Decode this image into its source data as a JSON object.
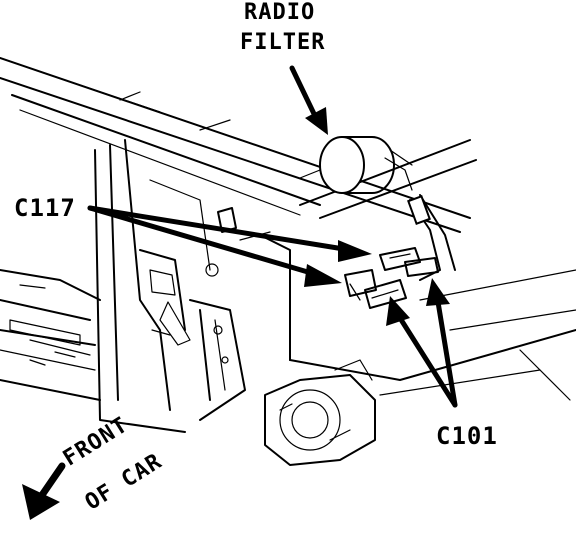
{
  "labels": {
    "radio_filter_line1": "RADIO",
    "radio_filter_line2": "FILTER",
    "c117": "C117",
    "c101": "C101",
    "front_line1": "FRONT",
    "front_line2": "OF CAR"
  }
}
